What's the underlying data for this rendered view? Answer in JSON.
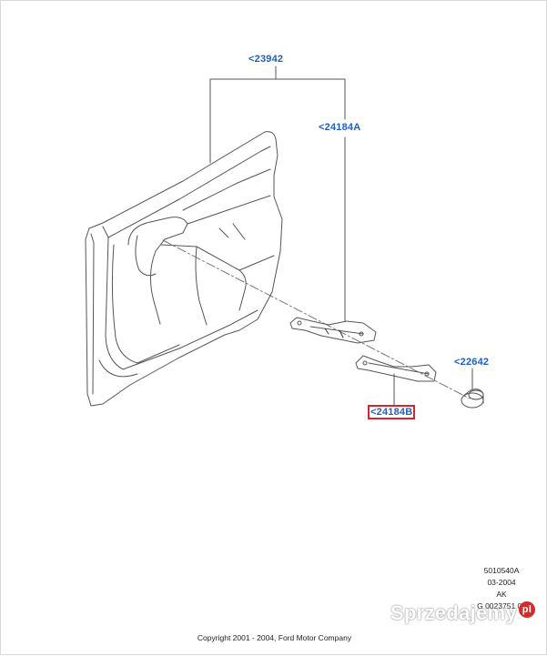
{
  "callouts": {
    "door_trim_panel": "<23942",
    "upper_bracket": "<24184A",
    "push_pin": "<22642",
    "lower_bracket": "<24184B"
  },
  "meta": {
    "code": "5010540A",
    "date": "03-2004",
    "rev": "AK",
    "ref": "G 0023751 04"
  },
  "copyright": "Copyright 2001 - 2004, Ford Motor Company",
  "watermark": {
    "text": "Sprzedajemy",
    "badge": "pl"
  },
  "colors": {
    "callout_text": "#1f5fbf",
    "highlight_box": "#d9232e",
    "line_art": "#555555"
  }
}
